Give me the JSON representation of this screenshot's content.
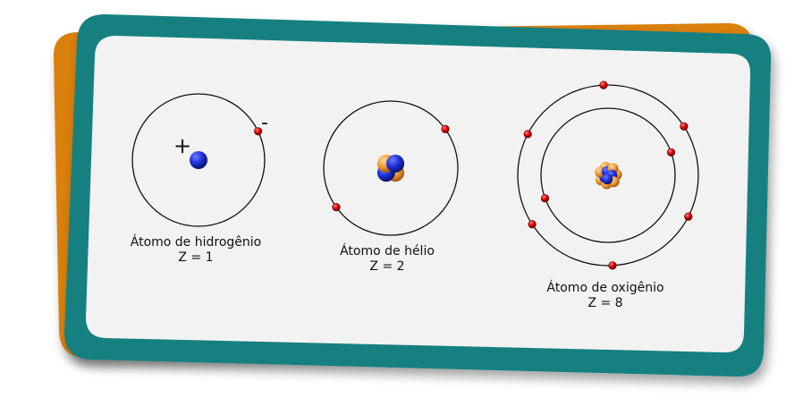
{
  "colors": {
    "back_card": "#d9800f",
    "frame": "#168081",
    "panel": "#f2f2f2",
    "orbit": "#111111",
    "electron": "#e00000",
    "proton": "#1f2fd6",
    "neutron": "#f29b3a"
  },
  "atoms": [
    {
      "name": "Átomo de hidrogênio",
      "z_label": "Z = 1",
      "protons": 1,
      "neutrons": 0,
      "electrons": 1,
      "shells": [
        1
      ],
      "signs": {
        "positive": "+",
        "negative": "-"
      }
    },
    {
      "name": "Átomo de hélio",
      "z_label": "Z = 2",
      "protons": 2,
      "neutrons": 2,
      "electrons": 2,
      "shells": [
        2
      ]
    },
    {
      "name": "Átomo de oxigênio",
      "z_label": "Z = 8",
      "protons": 8,
      "neutrons": 8,
      "electrons": 8,
      "shells": [
        2,
        6
      ]
    }
  ]
}
